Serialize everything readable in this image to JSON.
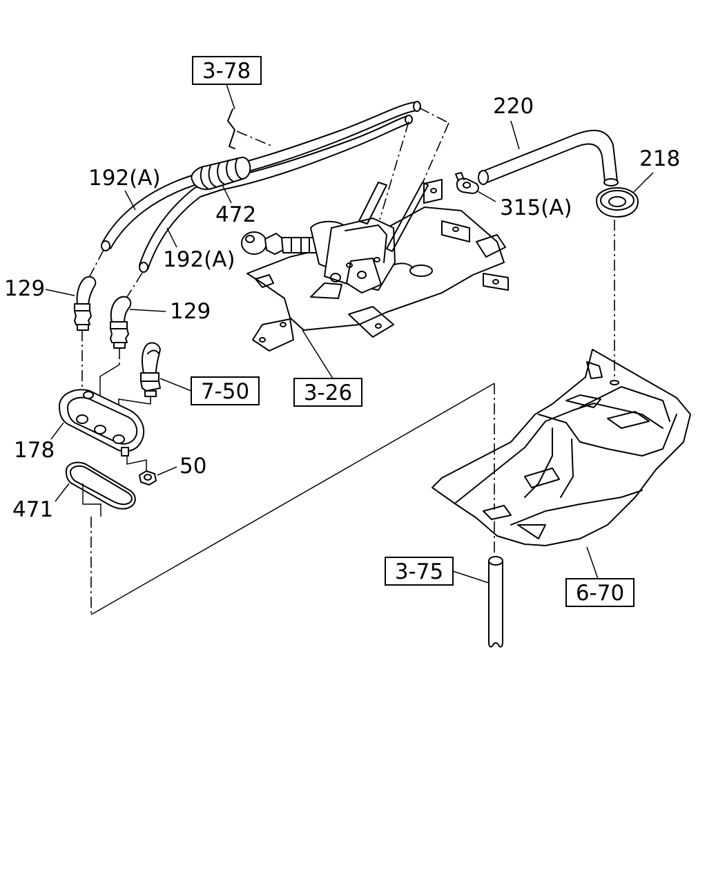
{
  "diagram": {
    "part_labels": {
      "p220": "220",
      "p218": "218",
      "p315a": "315(A)",
      "p192a_top": "192(A)",
      "p192a_bottom": "192(A)",
      "p472": "472",
      "p129_left": "129",
      "p129_right": "129",
      "p178": "178",
      "p50": "50",
      "p471": "471"
    },
    "reference_boxes": {
      "ref_3_78": "3-78",
      "ref_7_50": "7-50",
      "ref_3_26": "3-26",
      "ref_3_75": "3-75",
      "ref_6_70": "6-70"
    }
  }
}
